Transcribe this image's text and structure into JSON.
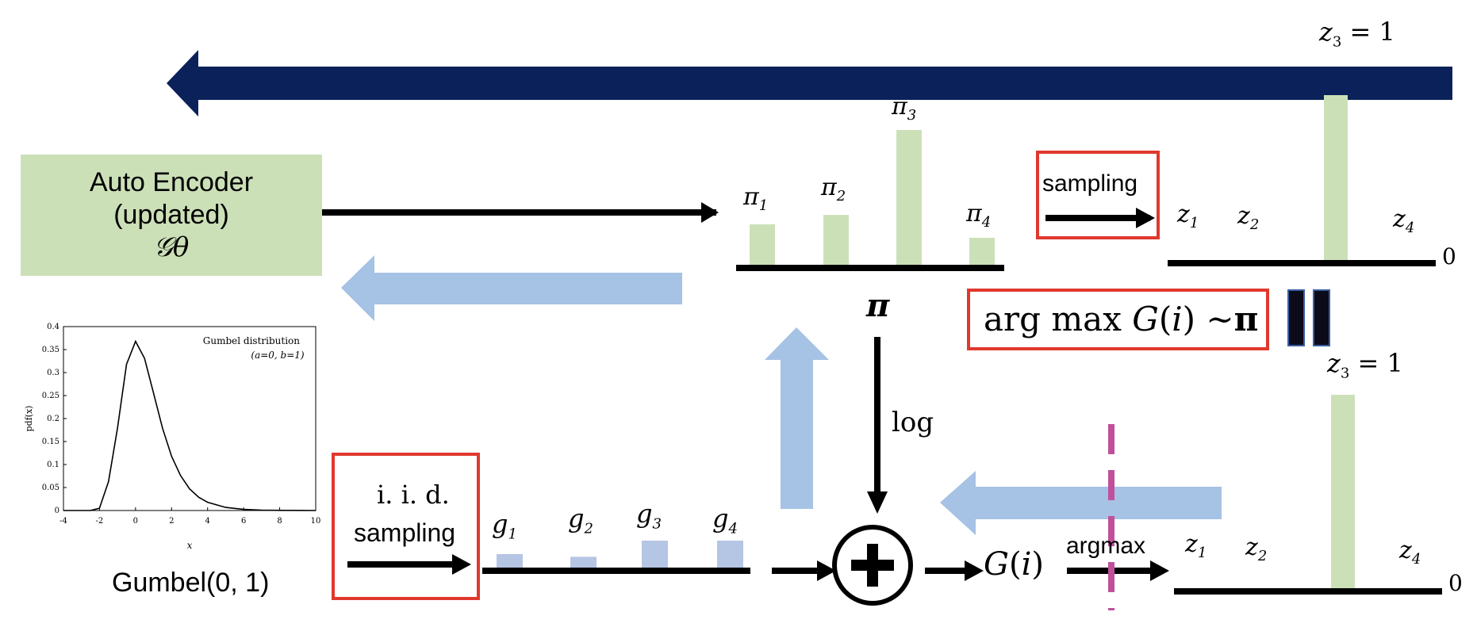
{
  "colors": {
    "navy": "#0b215a",
    "light_blue": "#a6c2e4",
    "green_bar": "#cce0b8",
    "blue_bar": "#b5c5e4",
    "red_box": "#e0382e",
    "magenta_dash": "#c0509c",
    "black": "#000000"
  },
  "encoder": {
    "line1": "Auto Encoder",
    "line2": "(updated)",
    "symbol": "𝒢θ"
  },
  "pi_distribution": {
    "label": "π",
    "bar_labels": [
      "π1",
      "π2",
      "π3",
      "π4"
    ],
    "bar_subs": [
      "1",
      "2",
      "3",
      "4"
    ],
    "values": [
      0.3,
      0.37,
      1.0,
      0.2
    ]
  },
  "top_sampling": {
    "label": "sampling"
  },
  "top_onehot": {
    "z_labels": [
      "z",
      "z",
      "z",
      "z"
    ],
    "z_subs": [
      "1",
      "2",
      "3",
      "4"
    ],
    "z3_equals": "z₃ = 1",
    "zero_label": "0",
    "values": [
      0,
      0,
      1,
      0
    ]
  },
  "formula": {
    "text": "arg max G(i) ~π",
    "equality_sign": "="
  },
  "gumbel_plot": {
    "caption": "Gumbel(0, 1)",
    "chart_data": {
      "type": "line",
      "title": "Gumbel distribution",
      "subtitle": "(a=0, b=1)",
      "xlabel": "x",
      "ylabel": "pdf(x)",
      "xlim": [
        -4,
        10
      ],
      "ylim": [
        0,
        0.4
      ],
      "xticks": [
        -4,
        -2,
        0,
        2,
        4,
        6,
        8,
        10
      ],
      "yticks": [
        0,
        0.05,
        0.1,
        0.15,
        0.2,
        0.25,
        0.3,
        0.35,
        0.4
      ],
      "xtick_labels": [
        "-4",
        "-2",
        "0",
        "2",
        "4",
        "6",
        "8",
        "10"
      ],
      "ytick_labels": [
        "0",
        "0.05",
        "0.1",
        "0.15",
        "0.2",
        "0.25",
        "0.3",
        "0.35",
        "0.4"
      ],
      "series": [
        {
          "x": [
            -4,
            -3,
            -2.5,
            -2,
            -1.5,
            -1,
            -0.5,
            0,
            0.5,
            1,
            1.5,
            2,
            2.5,
            3,
            3.5,
            4,
            5,
            6,
            7,
            8,
            10
          ],
          "y": [
            0,
            0,
            0.0001,
            0.005,
            0.063,
            0.179,
            0.318,
            0.368,
            0.331,
            0.255,
            0.179,
            0.118,
            0.076,
            0.047,
            0.029,
            0.018,
            0.0067,
            0.0025,
            0.0009,
            0.0003,
            0
          ]
        }
      ]
    }
  },
  "iid_sampling": {
    "line1": "i. i. d.",
    "line2": "sampling"
  },
  "g_distribution": {
    "labels": [
      "g",
      "g",
      "g",
      "g"
    ],
    "subs": [
      "1",
      "2",
      "3",
      "4"
    ],
    "values": [
      0.5,
      0.4,
      1.0,
      1.0
    ]
  },
  "log_label": "log",
  "plus_symbol": "+",
  "G_label": "G(i)",
  "argmax_label": "argmax",
  "bottom_onehot": {
    "z_labels": [
      "z",
      "z",
      "z",
      "z"
    ],
    "z_subs": [
      "1",
      "2",
      "3",
      "4"
    ],
    "z3_equals": "z₃ = 1",
    "zero_label": "0",
    "values": [
      0,
      0,
      1,
      0
    ]
  }
}
